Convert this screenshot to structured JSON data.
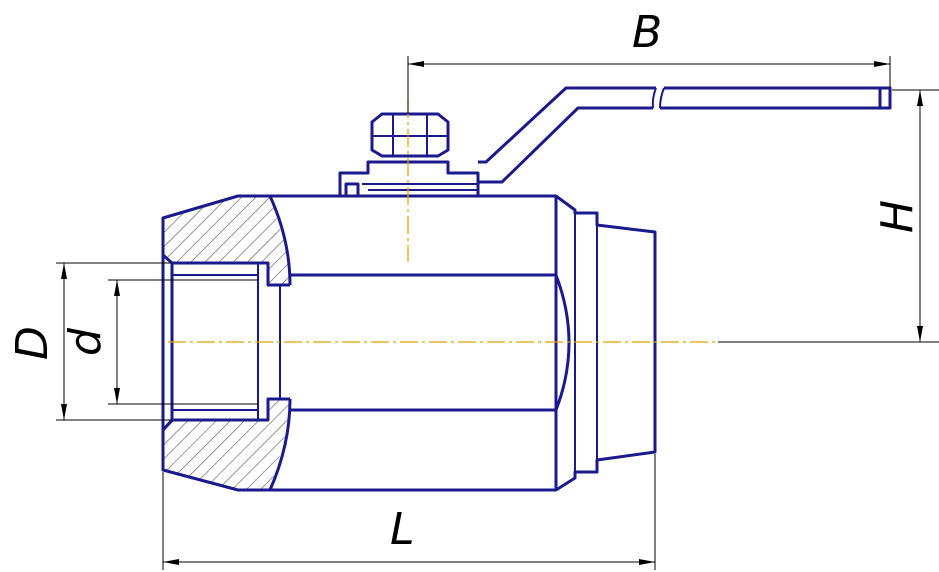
{
  "colors": {
    "body_outline": "#1a1a8c",
    "center_axis": "#e0a000",
    "dimension_lines": "#000000"
  },
  "dimensions": {
    "B": "B",
    "H": "H",
    "L": "L",
    "D": "D",
    "d": "d"
  }
}
